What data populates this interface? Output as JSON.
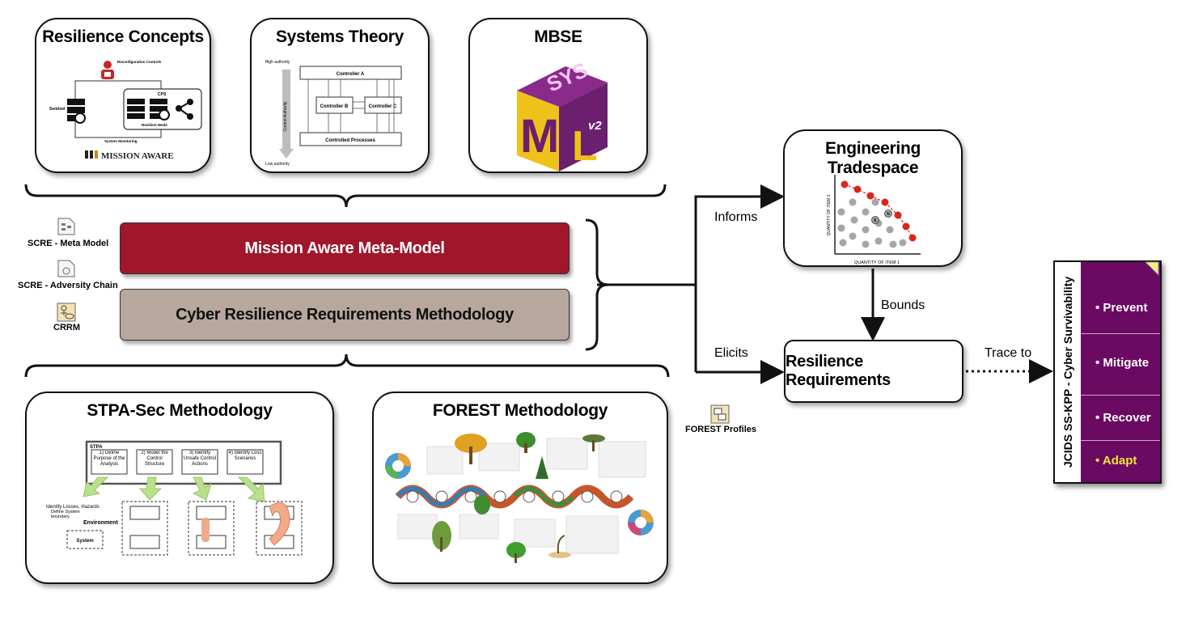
{
  "cards": {
    "resilience_concepts": {
      "title": "Resilience Concepts",
      "labels": {
        "reconfig": "Reconfiguration Controls",
        "sentinel": "Sentinel",
        "cps": "CPS",
        "resilient_mode": "Resilient Mode",
        "monitoring": "System Monitoring",
        "logo": "MISSION AWARE"
      }
    },
    "systems_theory": {
      "title": "Systems Theory",
      "labels": {
        "high": "High authority",
        "low": "Low authority",
        "axis": "Control Authority",
        "ctrl_a": "Controller A",
        "ctrl_b": "Controller B",
        "ctrl_c": "Controller C",
        "processes": "Controlled Processes"
      }
    },
    "mbse": {
      "title": "MBSE",
      "logo_text": "SysML",
      "version": "v2"
    },
    "engineering_tradespace": {
      "title": "Engineering Tradespace",
      "x_label": "QUANTITY OF ITEM 1",
      "y_label": "QUANTITY OF ITEM 2",
      "point_k": "K",
      "point_n": "N"
    },
    "stpa_sec": {
      "title": "STPA-Sec Methodology",
      "labels": {
        "stpa": "STPA",
        "step1": "1) Define Purpose of the Analysis",
        "step2": "2) Model the Control Structure",
        "step3": "3) Identify Unsafe Control Actions",
        "step4": "4) Identify Loss Scenarios",
        "losses": "Identify Losses, Hazards",
        "boundary": "Define System boundary",
        "environment": "Environment",
        "system": "System"
      }
    },
    "forest": {
      "title": "FOREST Methodology"
    }
  },
  "bars": {
    "meta_model": "Mission Aware Meta-Model",
    "crrm": "Cyber Resilience Requirements Methodology"
  },
  "side_items": {
    "meta": "SCRE - Meta Model",
    "adversity": "SCRE - Adversity Chain",
    "crrm": "CRRM",
    "forest_profiles": "FOREST Profiles"
  },
  "edges": {
    "informs": "Informs",
    "elicits": "Elicits",
    "bounds": "Bounds",
    "trace": "Trace to"
  },
  "resilience_requirements": "Resilience Requirements",
  "kpp": {
    "title": "JCIDS SS-KPP - Cyber Survivability",
    "items": [
      "Prevent",
      "Mitigate",
      "Recover",
      "Adapt"
    ],
    "highlight_color": "#f3e33a",
    "bg_color": "#6a0a63"
  },
  "colors": {
    "meta_bar": "#a0162a",
    "crrm_bar": "#b8a79c",
    "tradespace_red": "#d8261c",
    "tradespace_gray": "#a6a6a6"
  }
}
